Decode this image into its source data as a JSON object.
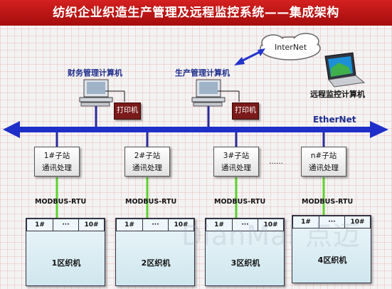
{
  "title": "纺织企业织造生产管理及远程监控系统——集成架构",
  "internet_label": "InterNet",
  "remote_pc_label": "远程监控计算机",
  "finance_pc_label": "财务管理计算机",
  "production_pc_label": "生产管理计算机",
  "printer_label": "打印机",
  "network_label": "EtherNet",
  "ellipsis": "……",
  "stations": [
    {
      "name": "1#子站",
      "func": "通讯处理",
      "protocol": "MODBUS-RTU",
      "slot_first": "1#",
      "slot_mid": "···",
      "slot_last": "10#",
      "area": "1区织机"
    },
    {
      "name": "2#子站",
      "func": "通讯处理",
      "protocol": "MODBUS-RTU",
      "slot_first": "1#",
      "slot_mid": "···",
      "slot_last": "10#",
      "area": "2区织机"
    },
    {
      "name": "3#子站",
      "func": "通讯处理",
      "protocol": "MODBUS-RTU",
      "slot_first": "1#",
      "slot_mid": "···",
      "slot_last": "10#",
      "area": "3区织机"
    },
    {
      "name": "n#子站",
      "func": "通讯处理",
      "protocol": "MODBUS-RTU",
      "slot_first": "1#",
      "slot_mid": "···",
      "slot_last": "10#",
      "area": "4区织机"
    }
  ],
  "watermark": "DianMai 点迈",
  "colors": {
    "title_bg": "#b81414",
    "bus": "#1f2ec8",
    "station_link": "#2a2a9a",
    "field_link": "#5cd22f",
    "label_blue": "#1f2e8c",
    "printer": "#7a1a1a"
  }
}
